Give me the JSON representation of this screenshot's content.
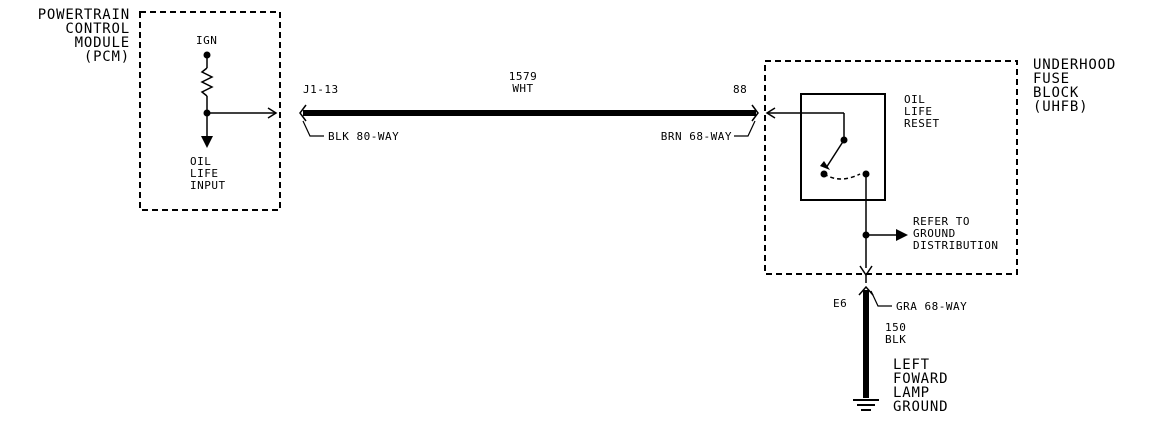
{
  "colors": {
    "ink": "#000000",
    "background": "#ffffff"
  },
  "pcm": {
    "title_lines": [
      "POWERTRAIN",
      "CONTROL",
      "MODULE",
      "(PCM)"
    ],
    "ign": "IGN",
    "input_lines": [
      "OIL",
      "LIFE",
      "INPUT"
    ]
  },
  "pcm_connector": {
    "pin": "J1-13",
    "connector": "BLK 80-WAY"
  },
  "wire_1579": {
    "circuit": "1579",
    "color": "WHT"
  },
  "uhfb_connector": {
    "pin": "88",
    "connector": "BRN 68-WAY"
  },
  "uhfb": {
    "title_lines": [
      "UNDERHOOD",
      "FUSE",
      "BLOCK",
      "(UHFB)"
    ],
    "switch_lines": [
      "OIL",
      "LIFE",
      "RESET"
    ],
    "refer_lines": [
      "REFER TO",
      "GROUND",
      "DISTRIBUTION"
    ]
  },
  "ground_connector": {
    "pin": "E6",
    "connector": "GRA 68-WAY"
  },
  "wire_150": {
    "circuit": "150",
    "color": "BLK"
  },
  "ground_label_lines": [
    "LEFT",
    "FOWARD",
    "LAMP",
    "GROUND"
  ]
}
